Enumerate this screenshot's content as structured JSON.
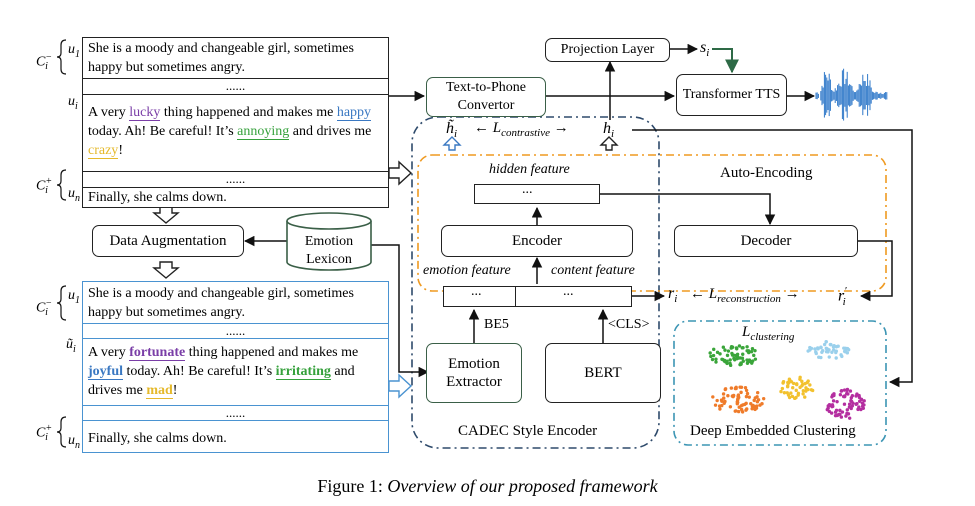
{
  "top_dialogue": {
    "u1": "She is a moody and changeable girl, sometimes happy but sometimes angry.",
    "dots1": "......",
    "ui_parts": [
      "A very ",
      "lucky",
      " thing happened and makes me ",
      "happy",
      " today. Ah! Be careful! It’s ",
      "annoying",
      " and drives me ",
      "crazy",
      "!"
    ],
    "dots2": "......",
    "un": "Finally, she calms down."
  },
  "bottom_dialogue": {
    "u1": "She is a moody and changeable girl, sometimes happy but sometimes angry.",
    "dots1": "......",
    "ui_parts": [
      "A very ",
      "fortunate",
      " thing happened and makes me ",
      "joyful",
      " today. Ah! Be careful! It’s ",
      "irritating",
      " and drives me ",
      "mad",
      "!"
    ],
    "dots2": "......",
    "un": "Finally, she calms down."
  },
  "side_labels": {
    "c_minus": "C",
    "c_minus_sup": "−",
    "c_sub": "i",
    "c_plus_sup": "+",
    "u1": "u",
    "u1_sub": "1",
    "ui": "u",
    "ui_sub": "i",
    "un": "u",
    "un_sub": "n",
    "ui_tilde": "ũ",
    "ui_tilde_sub": "i"
  },
  "boxes": {
    "projection_layer": "Projection Layer",
    "text_to_phone": "Text-to-Phone Convertor",
    "transformer_tts": "Transformer TTS",
    "data_augmentation": "Data Augmentation",
    "emotion_lexicon": "Emotion Lexicon",
    "encoder": "Encoder",
    "decoder": "Decoder",
    "emotion_extractor": "Emotion Extractor",
    "bert": "BERT"
  },
  "labels": {
    "s_i": "s",
    "s_i_sub": "i",
    "h_tilde": "h̃",
    "h_sub": "i",
    "h_i": "h",
    "l_contrastive": "L",
    "l_contrastive_sub": "contrastive",
    "hidden_feature": "hidden feature",
    "auto_encoding": "Auto-Encoding",
    "emotion_feature": "emotion feature",
    "content_feature": "content feature",
    "r_i": "r",
    "r_i_sub": "i",
    "l_reconstruction": "L",
    "l_reconstruction_sub": "reconstruction",
    "r_i_prime": "r",
    "r_i_prime_sub": "i",
    "r_i_prime_sup": "′",
    "be5": "BE5",
    "cls": "<CLS>",
    "l_clustering": "L",
    "l_clustering_sub": "clustering",
    "cadec": "CADEC Style Encoder",
    "dec": "Deep Embedded Clustering",
    "ellipsis": "..."
  },
  "caption": {
    "prefix": "Figure 1: ",
    "text": "Overview of our proposed framework"
  },
  "colors": {
    "purple": "#7a3ea7",
    "blue": "#3a78c2",
    "green": "#36a13c",
    "orange": "#e5b92b",
    "navy_dash": "#2e4a6b",
    "orange_dash": "#ef9a21",
    "teal_dash": "#3c95b4",
    "tts_arrow": "#2e6a46",
    "wave": "#2f78c9"
  }
}
